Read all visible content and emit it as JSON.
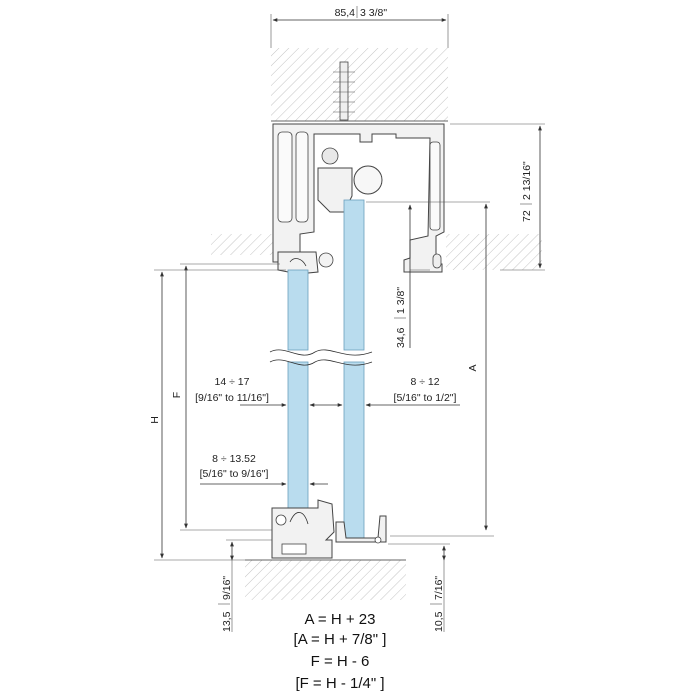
{
  "colors": {
    "glass": "#b9dcee",
    "hatch": "#bdbdbd",
    "line": "#333333"
  },
  "dims": {
    "top_width": "85,4",
    "top_width_in": "3 3/8\"",
    "right_height": "72",
    "right_height_in": "2 13/16\"",
    "inner_height": "34,6",
    "inner_height_in": "1 3/8\"",
    "label_a": "A",
    "label_f": "F",
    "label_h": "H",
    "gap_left": "14 ÷ 17",
    "gap_left_in": "[9/16\" to 11/16\"]",
    "gap_right": "8 ÷ 12",
    "gap_right_in": "[5/16\" to 1/2\"]",
    "gap_bottom": "8 ÷ 13.52",
    "gap_bottom_in": "[5/16\" to 9/16\"]",
    "floor_left": "13,5",
    "floor_left_in": "9/16\"",
    "floor_right": "10,5",
    "floor_right_in": "7/16\""
  },
  "formulas": [
    "A = H + 23",
    "[A = H + 7/8\" ]",
    "F = H - 6",
    "[F = H - 1/4\" ]"
  ]
}
